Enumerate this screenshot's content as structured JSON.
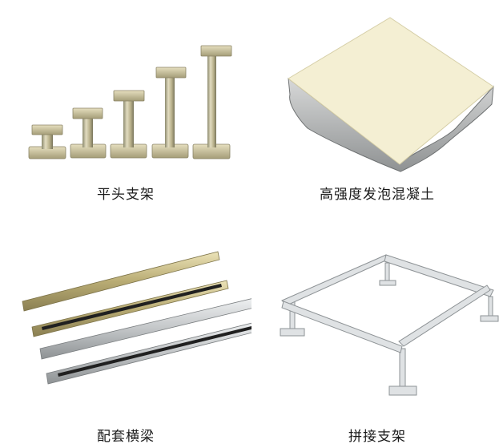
{
  "products": [
    {
      "caption": "平头支架",
      "icon": "pedestal-supports-image"
    },
    {
      "caption": "高强度发泡混凝土",
      "icon": "foam-concrete-panel-image"
    },
    {
      "caption": "配套横梁",
      "icon": "stringer-beams-image"
    },
    {
      "caption": "拼接支架",
      "icon": "spliced-frame-image"
    }
  ]
}
